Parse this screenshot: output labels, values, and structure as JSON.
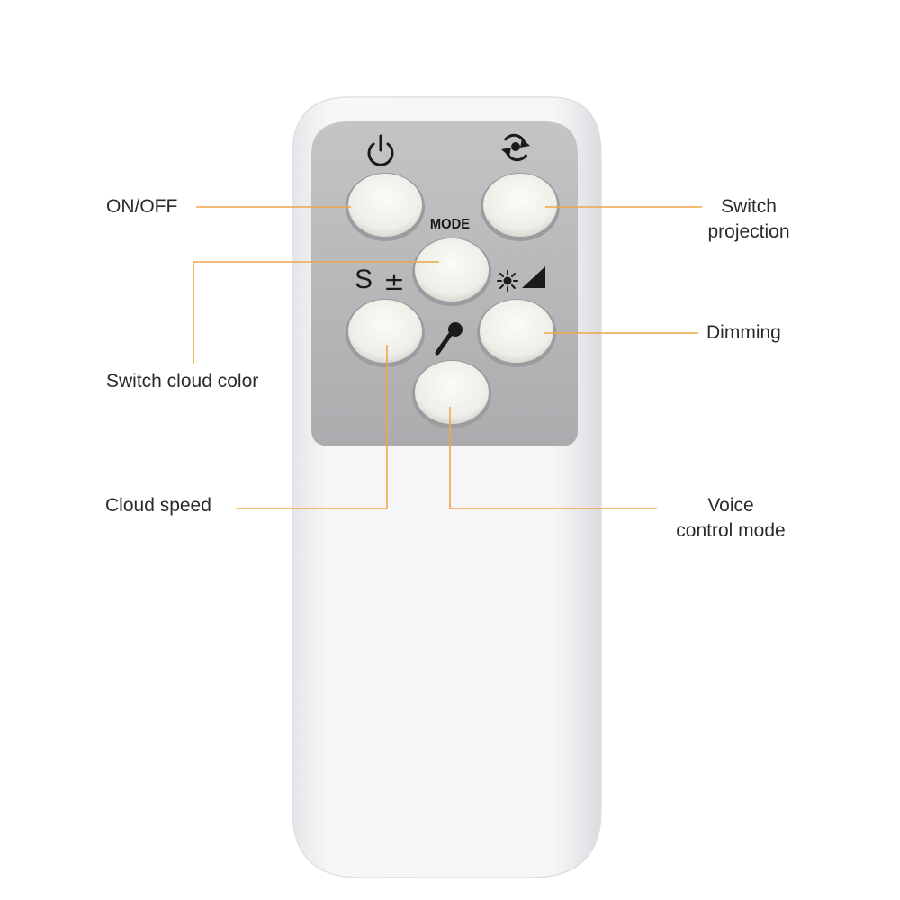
{
  "colors": {
    "leader_line": "#f0a64a",
    "remote_body": "#f4f4f6",
    "panel": "#b9b9bb",
    "button": "#f2f2ee",
    "icon": "#1a1a1a"
  },
  "labels": {
    "on_off": "ON/OFF",
    "switch_projection": [
      "Switch",
      "projection"
    ],
    "dimming": "Dimming",
    "switch_cloud_color": "Switch cloud color",
    "cloud_speed": "Cloud speed",
    "voice_control_mode": [
      "Voice",
      "control mode"
    ]
  },
  "remote": {
    "mode_text": "MODE",
    "speed_text": "S",
    "plus_minus_text": "±",
    "icons": [
      "power-icon",
      "projection-rotate-icon",
      "brightness-icon",
      "microphone-icon"
    ]
  }
}
